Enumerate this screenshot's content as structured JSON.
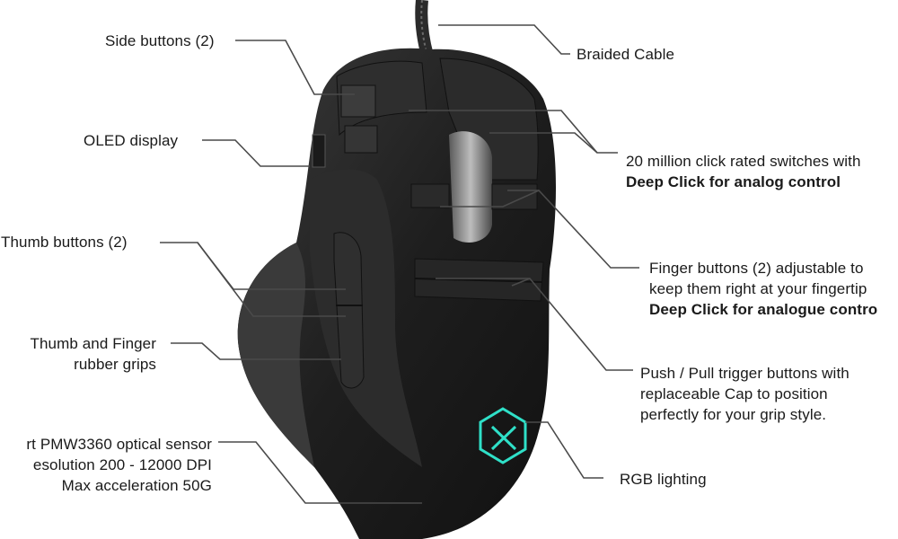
{
  "colors": {
    "background": "#ffffff",
    "leader_line": "#4a4a4a",
    "mouse_body": "#232323",
    "rgb_logo": "#2fe0c8"
  },
  "labels": {
    "braided_cable": "Braided Cable",
    "side_buttons": "Side buttons (2)",
    "oled_display": "OLED display",
    "switches_line1": "20 million click rated switches with",
    "switches_line2": "Deep Click for analog control",
    "thumb_buttons": "Thumb buttons (2)",
    "finger_buttons_line1": "Finger buttons (2) adjustable to",
    "finger_buttons_line2": "keep them right at your fingertip",
    "finger_buttons_line3": "Deep Click for analogue contro",
    "grips_line1": "Thumb and Finger",
    "grips_line2": "rubber grips",
    "trigger_line1": "Push / Pull trigger buttons with",
    "trigger_line2": "replaceable Cap to position",
    "trigger_line3": "perfectly for your grip style.",
    "sensor_line1": "rt PMW3360 optical sensor",
    "sensor_line2": "esolution 200 - 12000 DPI",
    "sensor_line3": "Max acceleration 50G",
    "rgb_lighting": "RGB lighting"
  }
}
